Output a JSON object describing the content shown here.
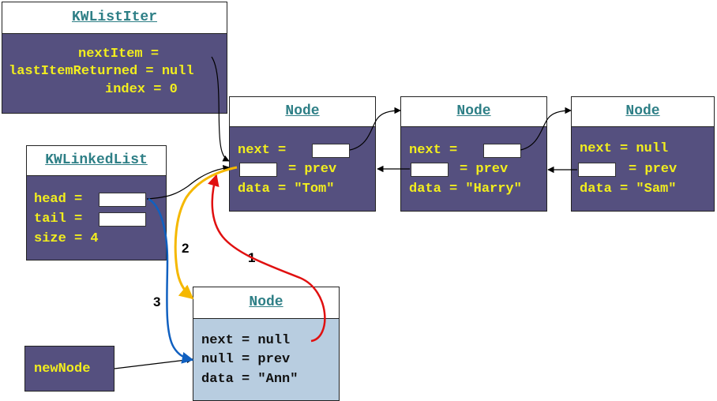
{
  "kwlistiter": {
    "title": "KWListIter",
    "next_item": "nextItem =",
    "last_item_returned": "lastItemReturned = null",
    "index": "index = 0"
  },
  "kwlinkedlist": {
    "title": "KWLinkedList",
    "head": "head =",
    "tail": "tail =",
    "size": "size = 4"
  },
  "node_tom": {
    "title": "Node",
    "next": "next =",
    "prev": "= prev",
    "data": "data = \"Tom\""
  },
  "node_harry": {
    "title": "Node",
    "next": "next =",
    "prev": "= prev",
    "data": "data = \"Harry\""
  },
  "node_sam": {
    "title": "Node",
    "next": "next = null",
    "prev": "= prev",
    "data": "data = \"Sam\""
  },
  "node_ann": {
    "title": "Node",
    "next": "next = null",
    "prev": "null = prev",
    "data": "data = \"Ann\""
  },
  "new_node": {
    "label": "newNode"
  },
  "steps": {
    "one": "1",
    "two": "2",
    "three": "3"
  },
  "colors": {
    "box_fill": "#55507f",
    "box_text": "#f2ee1e",
    "header_text": "#2e7f86",
    "new_node_fill": "#b8cde0",
    "step1_arrow": "#e01010",
    "step2_arrow": "#f5b800",
    "step3_arrow": "#1060c0"
  }
}
